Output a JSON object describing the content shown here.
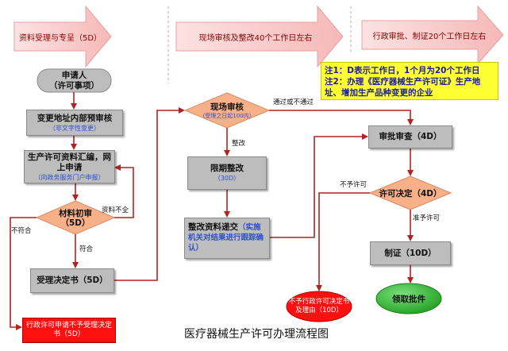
{
  "banners": {
    "stage1": "资料受理与专呈（5D）",
    "stage2": "现场审核及整改40个工作日左右",
    "stage3": "行政审批、制证20个工作日左右"
  },
  "note": {
    "line1": "注1：D表示工作日，1个月为20个工作日",
    "line2": "注2：办理《医疗器械生产许可证》生产地址、增加生产品种变更的企业"
  },
  "nodes": {
    "applicant": {
      "title": "申请人",
      "sub": "（许可事项）"
    },
    "prereview": {
      "title": "变更地址内部预审核",
      "sub": "（非文字性变更）"
    },
    "compile": {
      "title": "生产许可资料汇编，网上申请",
      "sub": "（向政务服务门户申报）"
    },
    "initial_review": {
      "title": "材料初审",
      "sub": "（5D）"
    },
    "acceptance": {
      "title": "受理决定书（5D）"
    },
    "reject_notice": {
      "title": "行政许可申请不予受理决定书（5D）"
    },
    "onsite_audit": {
      "title": "现场审核",
      "sub": "（受理之日起100内）"
    },
    "rectify": {
      "title": "限期整改",
      "sub": "（30D）"
    },
    "submit_rectify": {
      "title": "整改资料递交",
      "sub": "（实施机关对结果进行跟踪确认）"
    },
    "approval_review": {
      "title": "审批审查（4D）"
    },
    "permit_decision": {
      "title": "许可决定（4D）"
    },
    "certificate": {
      "title": "制证（10D）"
    },
    "no_permit": {
      "title": "不予行政许可决定书",
      "sub": "及理由（10D）"
    },
    "collect": {
      "title": "领取批件"
    }
  },
  "labels": {
    "incomplete": "资料不全",
    "not_conform": "不符合",
    "conform": "符合",
    "pass_or_not": "通过或不通过",
    "rectify": "整改",
    "no_permit": "不予许可",
    "permit": "准予许可"
  },
  "caption": "医疗器械生产许可办理流程图",
  "colors": {
    "banner_fill": "#f8c8c8",
    "box_fill": "#bdbdbd",
    "diamond_fill": "#f8b088",
    "note_fill": "#ffff33",
    "reject_fill": "#ff1010",
    "collect_fill": "#33bb33",
    "connector": "#b22222"
  }
}
